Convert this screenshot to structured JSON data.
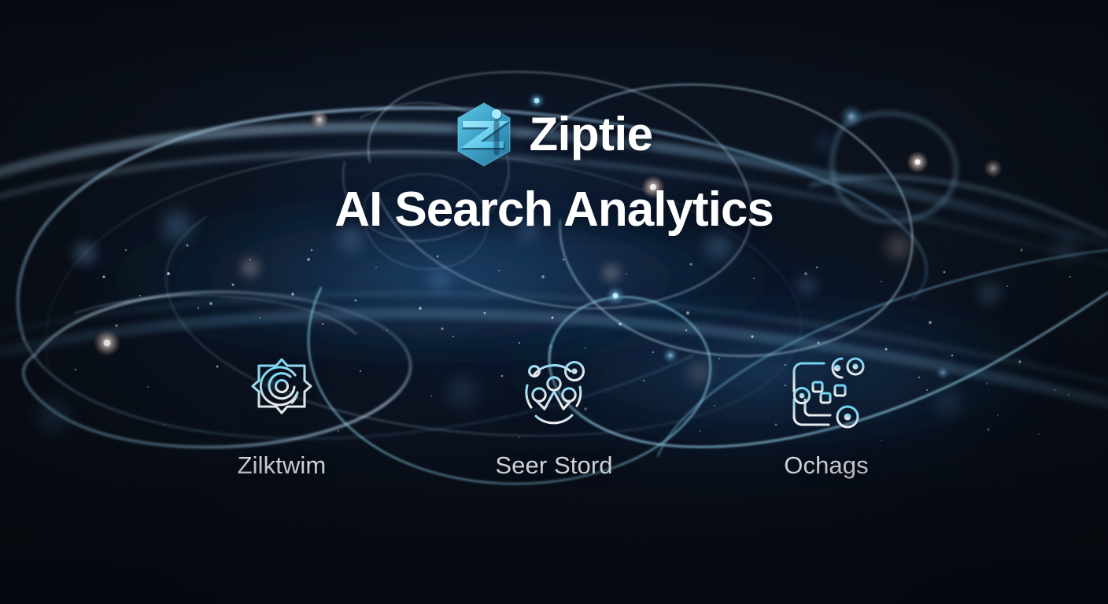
{
  "brand": {
    "name": "Ziptie",
    "logo_icon": "ziptie-hexagon-logo",
    "logo_color": "#4fc3e8",
    "name_color": "#ffffff"
  },
  "headline": {
    "text": "AI Search Analytics",
    "color": "#ffffff"
  },
  "theme": {
    "background_color": "#0a0f18",
    "accent_cyan": "#5ec9ea",
    "accent_silver": "#dfe4e8",
    "orbit_line_color": "#8fc6e8"
  },
  "features": [
    {
      "label": "Zilktwim",
      "icon": "radar-target-badge-icon"
    },
    {
      "label": "Seer Stord",
      "icon": "network-nodes-bar-chart-icon"
    },
    {
      "label": "Ochags",
      "icon": "data-nodes-bracket-icon"
    }
  ]
}
